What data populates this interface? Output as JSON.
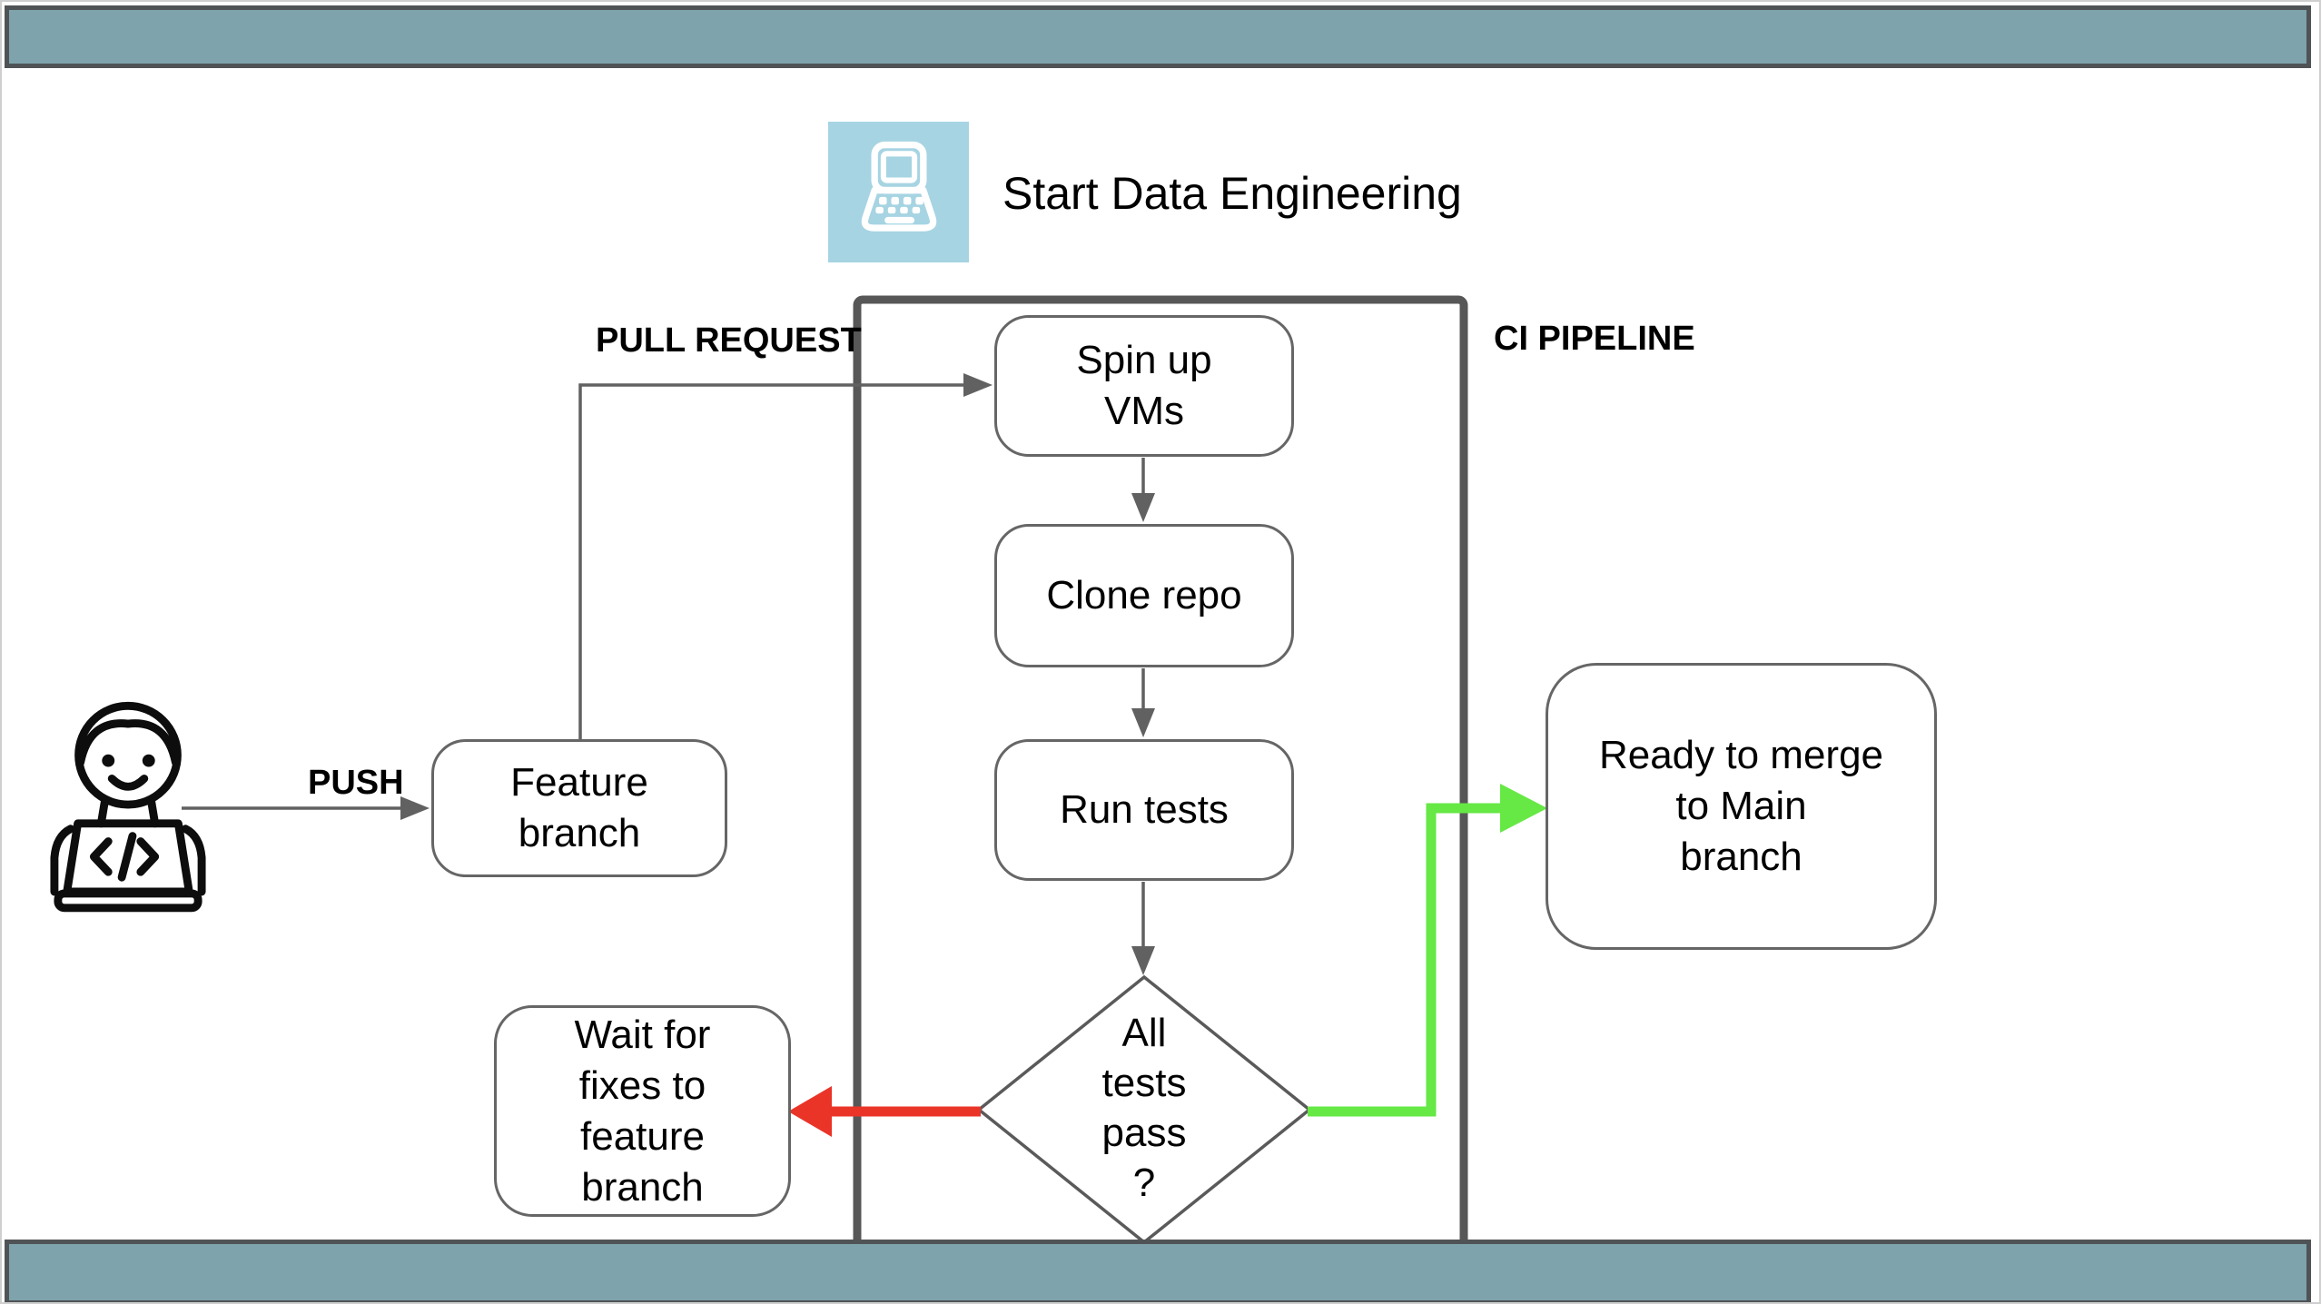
{
  "brand": {
    "title": "Start Data Engineering",
    "logo_icon": "laptop-logo-icon",
    "logo_bg_color": "#a6d4e2"
  },
  "bars": {
    "fill_color": "#7ea3ac",
    "border_color": "#4f5356"
  },
  "edge_labels": {
    "push": "PUSH",
    "pull_request": "PULL REQUEST",
    "ci_pipeline": "CI PIPELINE"
  },
  "actor": {
    "icon": "developer-at-laptop-icon"
  },
  "nodes": {
    "feature_branch": "Feature\nbranch",
    "spin_up_vms": "Spin up\nVMs",
    "clone_repo": "Clone repo",
    "run_tests": "Run tests",
    "decision_all_tests_pass": "All\ntests\npass\n?",
    "wait_for_fixes": "Wait for\nfixes to\nfeature\nbranch",
    "ready_to_merge": "Ready to merge\nto Main\nbranch"
  },
  "flow": {
    "pass_arrow_color": "#66e845",
    "fail_arrow_color": "#ea3428",
    "connector_color": "#616161",
    "container_border_color": "#575757",
    "node_border_color": "#666666"
  }
}
